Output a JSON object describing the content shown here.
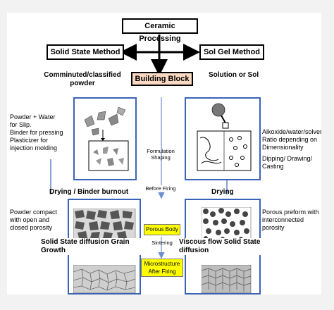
{
  "title": "Ceramic Processing",
  "solid_state": "Solid State Method",
  "sol_gel": "Sol Gel Method",
  "building_block": "Building Block",
  "comminuted": "Comminuted/classified powder",
  "solution": "Solution or Sol",
  "left_notes": [
    "Powder + Water",
    "for Slip.",
    "Binder for pressing",
    "Plasticizer for",
    "injection molding"
  ],
  "right_notes": [
    "Alkoxide/water/solvent:",
    "Ratio depending on",
    "Dimensionality"
  ],
  "dipping": "Dipping/ Drawing/ Casting",
  "formulation": [
    "Formulation",
    "Shaping"
  ],
  "before_firing": "Before Firing",
  "drying_binder": "Drying / Binder burnout",
  "drying": "Drying",
  "powder_compact": [
    "Powder compact",
    "with open and",
    "closed porosity"
  ],
  "porous_preform": [
    "Porous preform with",
    "interconnected",
    "porosity"
  ],
  "porous_body": "Porous Body",
  "solid_state_diffusion": "Solid State diffusion Grain Growth",
  "sintering": "Sintering",
  "viscous_flow": "Viscous flow Solid State diffusion",
  "microstructure": [
    "Microstructure",
    "After Firing"
  ],
  "colors": {
    "panel_border": "#3a63b6",
    "peach": "#fbd9c3",
    "yellow": "#ffff00",
    "arrow": "#6c8fd0"
  }
}
